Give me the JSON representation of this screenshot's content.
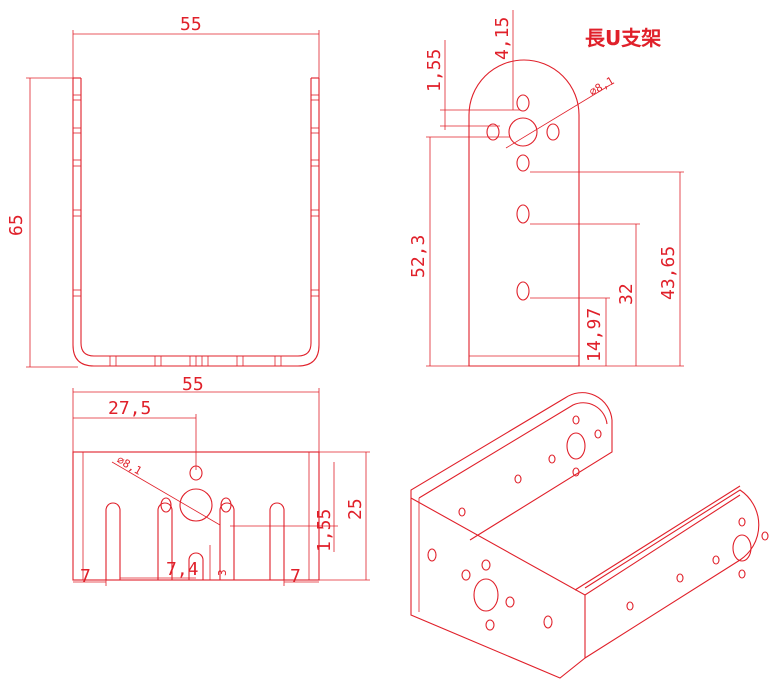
{
  "title": "長U支架",
  "front_view": {
    "width_label": "55",
    "height_label": "65"
  },
  "side_view": {
    "d1": "1,55",
    "d2": "4,15",
    "hole_dia": "⌀8,1",
    "h_total": "52,3",
    "h1": "43,65",
    "h2": "32",
    "h3": "14,97"
  },
  "bottom_view": {
    "width_label": "55",
    "half_label": "27,5",
    "hole_dia": "⌀8,1",
    "d_155": "1,55",
    "d_25": "25",
    "left_7": "7",
    "right_7": "7",
    "mid_74": "7,4",
    "d_3": "3"
  },
  "colors": {
    "line": "#e0202a",
    "background": "#ffffff"
  }
}
